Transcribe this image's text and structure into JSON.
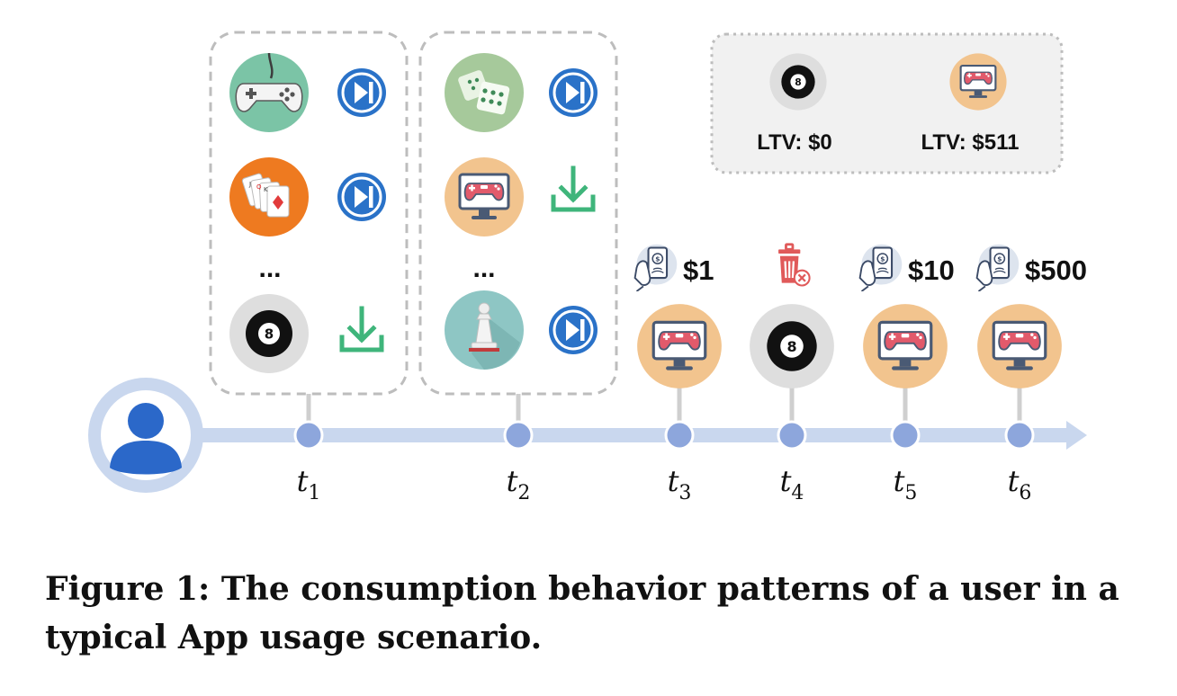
{
  "legend": {
    "items": [
      {
        "icon": "eight-ball-icon",
        "label": "LTV: $0"
      },
      {
        "icon": "game-monitor-icon",
        "label": "LTV: $511"
      }
    ]
  },
  "timeline": {
    "labels": [
      {
        "letter": "t",
        "sub": "1"
      },
      {
        "letter": "t",
        "sub": "2"
      },
      {
        "letter": "t",
        "sub": "3"
      },
      {
        "letter": "t",
        "sub": "4"
      },
      {
        "letter": "t",
        "sub": "5"
      },
      {
        "letter": "t",
        "sub": "6"
      }
    ]
  },
  "groups": {
    "t1": {
      "apps": [
        {
          "icon": "gamepad-icon",
          "action": "skip-icon"
        },
        {
          "icon": "playing-cards-icon",
          "action": "skip-icon"
        },
        {
          "icon": "eight-ball-icon",
          "action": "download-icon"
        }
      ],
      "ellipsis": "..."
    },
    "t2": {
      "apps": [
        {
          "icon": "dice-icon",
          "action": "skip-icon"
        },
        {
          "icon": "game-monitor-icon",
          "action": "download-icon"
        },
        {
          "icon": "chess-pawn-icon",
          "action": "skip-icon"
        }
      ],
      "ellipsis": "..."
    }
  },
  "events": [
    {
      "step": "t3",
      "app": "game-monitor-icon",
      "action": "mobile-payment-icon",
      "amount": "$1"
    },
    {
      "step": "t4",
      "app": "eight-ball-icon",
      "action": "uninstall-trash-icon",
      "amount": ""
    },
    {
      "step": "t5",
      "app": "game-monitor-icon",
      "action": "mobile-payment-icon",
      "amount": "$10"
    },
    {
      "step": "t6",
      "app": "game-monitor-icon",
      "action": "mobile-payment-icon",
      "amount": "$500"
    }
  ],
  "user": {
    "icon": "user-avatar-icon"
  },
  "caption": "Figure 1: The consumption behavior patterns of a user in a typical App usage scenario.",
  "colors": {
    "timeline": "#c9d7ee",
    "node": "#8da6dc",
    "skip": "#2a72c8",
    "download": "#3fb57b",
    "gamepad_bg": "#7bc4a6",
    "cards_bg": "#ee7a20",
    "dice_bg": "#a6c99b",
    "chess_bg": "#8ec6c4",
    "monitor_bg": "#f2c48e",
    "monitor_red": "#e25a6b",
    "ball_bg": "#dedede",
    "user_blue": "#2b68c9",
    "trash_red": "#e05a5a"
  }
}
